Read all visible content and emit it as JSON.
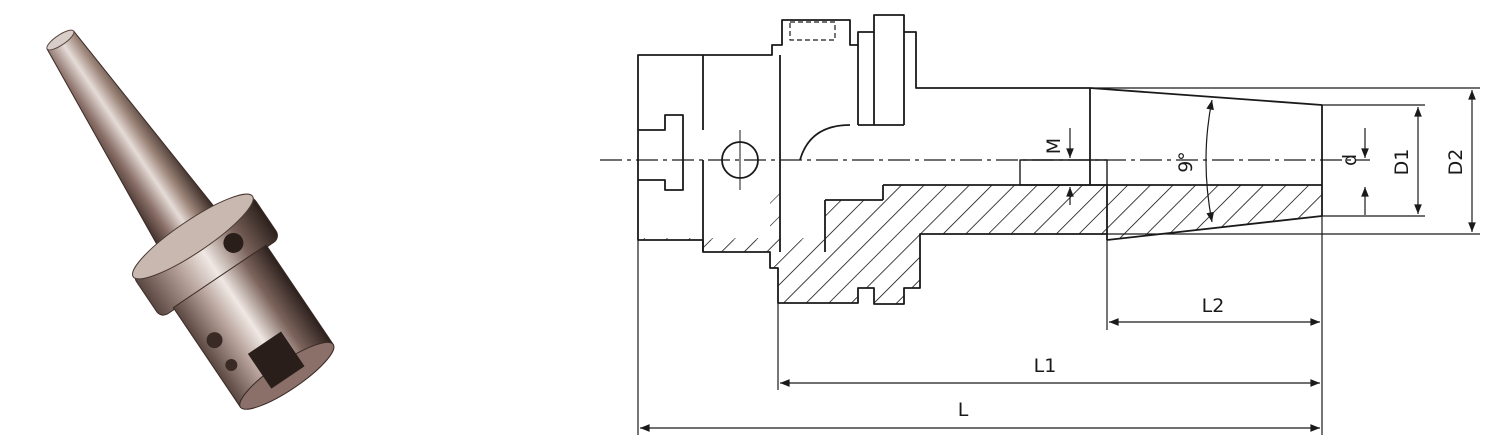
{
  "diagram": {
    "dimension_labels": {
      "L": "L",
      "L1": "L1",
      "L2": "L2",
      "D1": "D1",
      "D2": "D2",
      "d": "d",
      "M": "M",
      "angle": "9°"
    },
    "colors": {
      "line": "#1a1a1a",
      "hatch": "#1a1a1a",
      "background": "#ffffff",
      "metal_dark": "#3a2a25",
      "metal_mid": "#8a7068",
      "metal_light": "#e6dcd8"
    }
  }
}
